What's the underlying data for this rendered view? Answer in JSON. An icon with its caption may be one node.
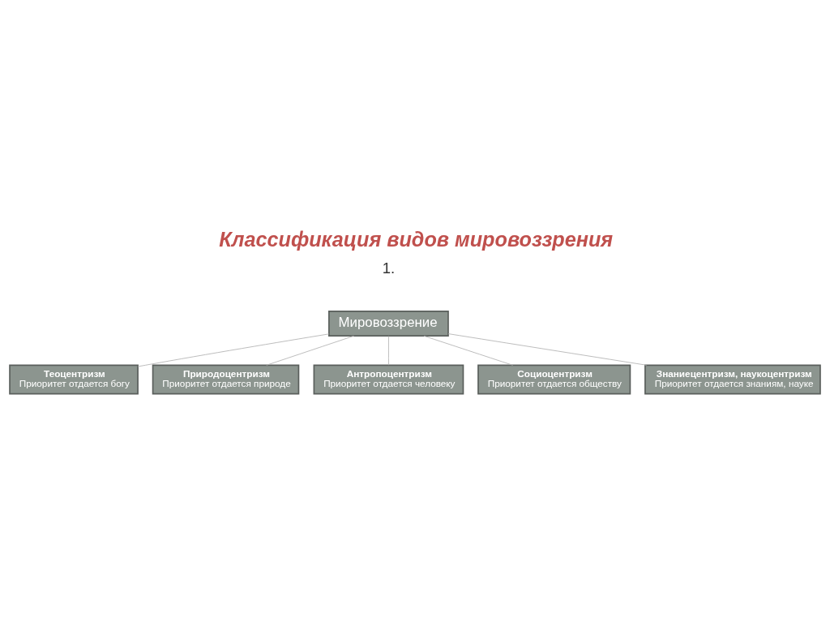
{
  "diagram": {
    "title": "Классификация видов мировоззрения",
    "nodes": [
      {
        "text": [
          "Мировоззрение"
        ]
      },
      {
        "text": [
          "Теоцентризм",
          "Приоритет отдается богу"
        ]
      },
      {
        "text": [
          "Природоцентризм",
          "Приоритет отдается природе"
        ]
      },
      {
        "text": [
          "Антропоцентризм",
          "Приоритет отдается человеку"
        ]
      },
      {
        "text": [
          "Социоцентризм",
          "Приоритет отдается обществу"
        ]
      },
      {
        "text": [
          "Знаниецентризм, наукоцентризм",
          "Приоритет отдается знаниям, науке"
        ]
      }
    ],
    "edges": [
      {
        "from": 0,
        "to": 1,
        "arrow": "none"
      },
      {
        "from": 0,
        "to": 2,
        "arrow": "none"
      },
      {
        "from": 0,
        "to": 3,
        "arrow": "none"
      },
      {
        "from": 0,
        "to": 4,
        "arrow": "none"
      },
      {
        "from": 0,
        "to": 5,
        "arrow": "none"
      }
    ],
    "labels": [
      "1."
    ]
  }
}
